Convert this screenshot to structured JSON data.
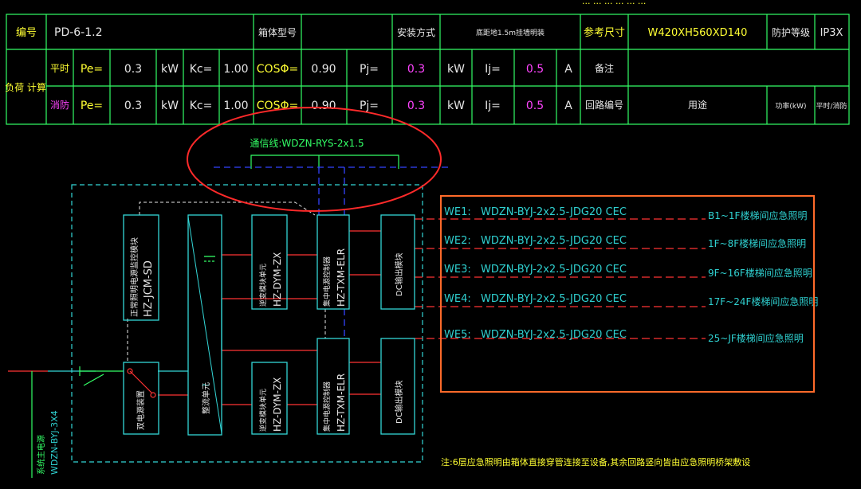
{
  "header_strip": "... ... ... ... ... ...",
  "table": {
    "r1": {
      "code_label": "编号",
      "code_value": "PD-6-1.2",
      "cabinet_label": "箱体型号",
      "install_label": "安装方式",
      "install_value": "底距地1.5m挂墙明装",
      "size_label": "参考尺寸",
      "size_value": "W420XH560XD140",
      "protect_label": "防护等级",
      "protect_value": "IP3X"
    },
    "load_label": "负荷 计算",
    "r2": {
      "mode": "平时",
      "pe_label": "Pe=",
      "pe": "0.3",
      "pe_unit": "kW",
      "kc_label": "Kc=",
      "kc": "1.00",
      "cos_label": "COSΦ=",
      "cos": "0.90",
      "pj_label": "Pj=",
      "pj": "0.3",
      "pj_unit": "kW",
      "ij_label": "Ij=",
      "ij": "0.5",
      "ij_unit": "A",
      "note_label": "备注"
    },
    "r3": {
      "mode": "消防",
      "pe_label": "Pe=",
      "pe": "0.3",
      "pe_unit": "kW",
      "kc_label": "Kc=",
      "kc": "1.00",
      "cos_label": "COSΦ=",
      "cos": "0.90",
      "pj_label": "Pj=",
      "pj": "0.3",
      "pj_unit": "kW",
      "ij_label": "Ij=",
      "ij": "0.5",
      "ij_unit": "A",
      "circuit_label": "回路编号",
      "use_label": "用途",
      "power_label": "功率(kW)",
      "phase_label": "平时/消防"
    }
  },
  "diagram": {
    "comm_line": "通信线:WDZN-RYS-2x1.5",
    "incoming_cable": "WDZN-BYJ-3X4",
    "incoming_label": "系统主电源",
    "modules": {
      "monitor": "正常照明电源监控模块",
      "monitor_model": "HZ-JCM-SD",
      "dual_switch": "双电源装置",
      "rectifier": "整流单元",
      "inverter1": "逆变模块单元",
      "inverter1_model": "HZ-DYM-ZX",
      "inverter2": "逆变模块单元",
      "inverter2_model": "HZ-DYM-ZX",
      "ctrl1": "集中电源控制器",
      "ctrl1_model": "HZ-TXM-ELR",
      "ctrl2": "集中电源控制器",
      "ctrl2_model": "HZ-TXM-ELR",
      "dc1": "DC输出模块",
      "dc2": "DC输出模块"
    },
    "circuits": [
      {
        "id": "WE1:",
        "cable": "WDZN-BYJ-2x2.5-JDG20 CEC",
        "use": "B1~1F楼梯间应急照明"
      },
      {
        "id": "WE2:",
        "cable": "WDZN-BYJ-2x2.5-JDG20 CEC",
        "use": "1F~8F楼梯间应急照明"
      },
      {
        "id": "WE3:",
        "cable": "WDZN-BYJ-2x2.5-JDG20 CEC",
        "use": "9F~16F楼梯间应急照明"
      },
      {
        "id": "WE4:",
        "cable": "WDZN-BYJ-2x2.5-JDG20 CEC",
        "use": "17F~24F楼梯间应急照明"
      },
      {
        "id": "WE5:",
        "cable": "WDZN-BYJ-2x2.5-JDG20 CEC",
        "use": "25~JF楼梯间应急照明"
      }
    ],
    "note": "注:6层应急照明由箱体直接穿管连接至设备,其余回路竖向皆由应急照明桥架敷设"
  },
  "colors": {
    "background": "#000000",
    "table_line": "#33ff66",
    "frame_cyan": "#33d6d6",
    "wire_red": "#ff3333",
    "comm_blue": "#3344ff",
    "highlight_red_ellipse": "#ff2a2a",
    "highlight_orange_box": "#ff6a2a"
  }
}
